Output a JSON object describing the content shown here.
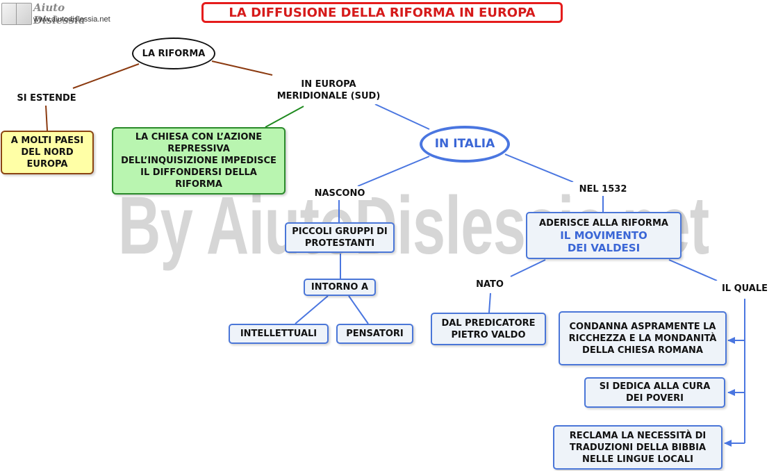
{
  "header": {
    "brand": "Aiuto Dislessia",
    "url": "www.aiutodislessia.net",
    "title": "LA DIFFUSIONE DELLA RIFORMA IN EUROPA"
  },
  "watermark": "By AiutoDislessia.net",
  "nodes": {
    "riforma": "LA RIFORMA",
    "si_estende": "SI ESTENDE",
    "nord": "A MOLTI PAESI DEL NORD EUROPA",
    "sud": "IN EUROPA MERIDIONALE (SUD)",
    "chiesa": "LA CHIESA CON L’AZIONE REPRESSIVA DELL’INQUISIZIONE IMPEDISCE IL DIFFONDERSI DELLA RIFORMA",
    "italia": "IN ITALIA",
    "nascono": "NASCONO",
    "gruppi": "PICCOLI GRUPPI DI PROTESTANTI",
    "intorno": "INTORNO A",
    "intellettuali": "INTELLETTUALI",
    "pensatori": "PENSATORI",
    "nel1532": "NEL 1532",
    "aderisce": "ADERISCE ALLA RIFORMA",
    "valdesi": "IL MOVIMENTO DEI VALDESI",
    "nato": "NATO",
    "valdo": "DAL PREDICATORE PIETRO VALDO",
    "il_quale": "IL QUALE",
    "condanna": "CONDANNA ASPRAMENTE LA RICCHEZZA E LA MONDANITÀ DELLA CHIESA ROMANA",
    "poveri": "SI DEDICA ALLA CURA DEI POVERI",
    "bibbia": "RECLAMA LA NECESSITÀ DI TRADUZIONI DELLA BIBBIA NELLE LINGUE LOCALI"
  },
  "colors": {
    "brown": "#8b3a10",
    "green": "#1f8a1f",
    "blue": "#4a76e0",
    "title_red": "#e51c1c"
  }
}
